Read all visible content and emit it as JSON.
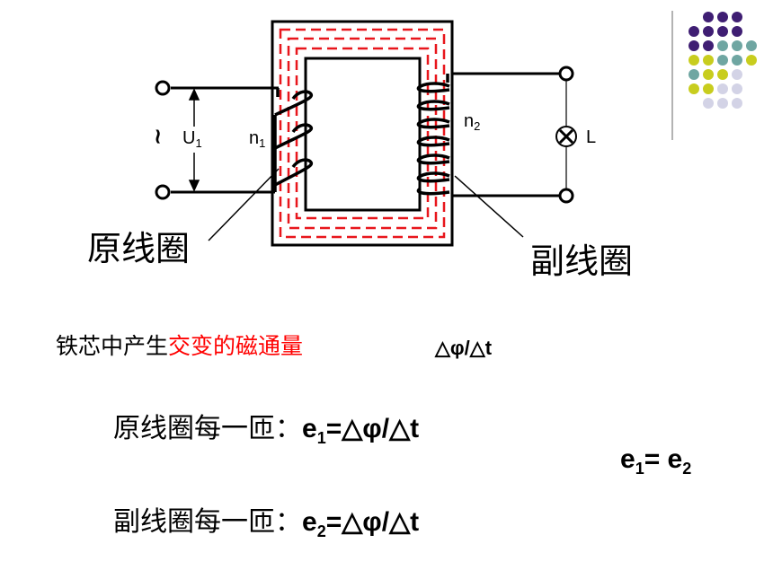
{
  "diagram": {
    "u_label": "U",
    "u_sub": "1",
    "ac_symbol": "~",
    "n1_label": "n",
    "n1_sub": "1",
    "n2_label": "n",
    "n2_sub": "2",
    "lamp_label": "L",
    "primary_caption": "原线圈",
    "secondary_caption": "副线圈"
  },
  "text": {
    "line1_black": "铁芯中产生",
    "line1_red": "交变的磁通量",
    "line1_formula": "△φ/△t",
    "primary_prefix": "原线圈每一匝：",
    "primary_e": "e",
    "primary_e_sub": "1",
    "primary_rhs": "=△φ/△t",
    "secondary_prefix": "副线圈每一匝：",
    "secondary_e": "e",
    "secondary_e_sub": "2",
    "secondary_rhs": "=△φ/△t",
    "equal_e1": "e",
    "equal_e1_sub": "1",
    "equal_mid": "= e",
    "equal_e2_sub": "2"
  },
  "colors": {
    "red_text": "#ff0000",
    "flux_dash": "#e8161c",
    "dot_purple": "#3f1e73",
    "dot_teal": "#6fa6a2",
    "dot_yellow": "#c8cd1e",
    "dot_lavender": "#d3d3e6"
  }
}
